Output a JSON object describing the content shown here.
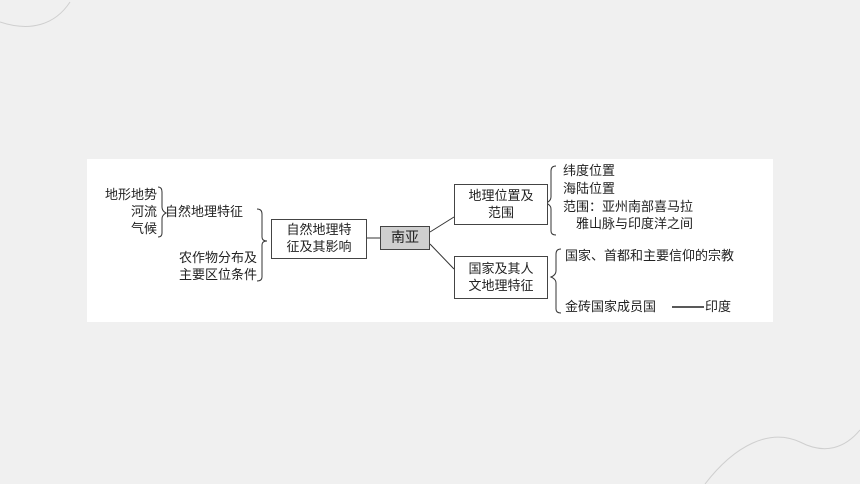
{
  "left_column": {
    "items": [
      "地形地势",
      "河流",
      "气候"
    ],
    "group_label": "自然地理特征",
    "agri_line1": "农作物分布及",
    "agri_line2": "主要区位条件"
  },
  "boxes": {
    "natural_line1": "自然地理特",
    "natural_line2": "征及其影响",
    "center": "南亚",
    "location_line1": "地理位置及",
    "location_line2": "范围",
    "human_line1": "国家及其人",
    "human_line2": "文地理特征"
  },
  "right_column": {
    "location": {
      "latitude": "纬度位置",
      "sea_land": "海陆位置",
      "range_line1": "范围：亚州南部喜马拉",
      "range_line2": "雅山脉与印度洋之间"
    },
    "human": {
      "countries": "国家、首都和主要信仰的宗教",
      "brics_label": "金砖国家成员国",
      "brics_value": "印度"
    }
  }
}
